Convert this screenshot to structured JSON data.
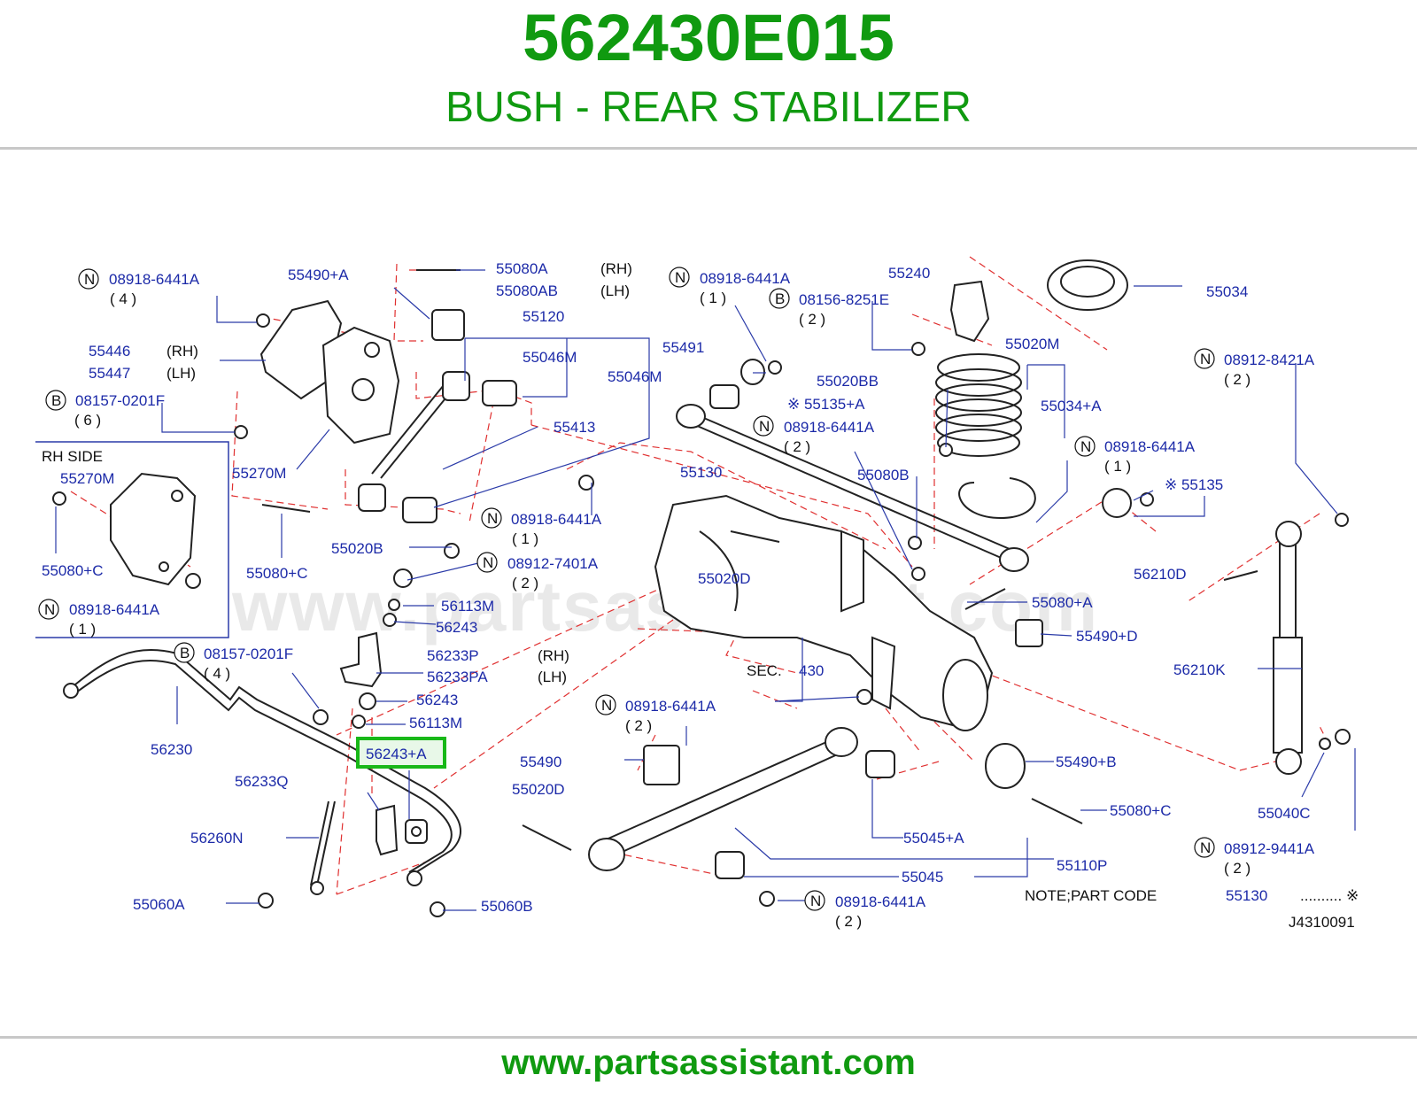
{
  "header": {
    "part_number": "562430E015",
    "part_name": "BUSH - REAR STABILIZER"
  },
  "footer": {
    "url": "www.partsassistant.com"
  },
  "watermark": "www.partsassistant.com",
  "colors": {
    "brand_green": "#109a10",
    "label_blue": "#1c2aa8",
    "dashed_red": "#e03030",
    "highlight_green": "#18b818"
  },
  "highlighted_part": "56243+A",
  "labels": {
    "n1": "N",
    "l08918_tl": "08918-6441A",
    "q4a": "( 4 )",
    "l55490a": "55490+A",
    "l55080a": "55080A",
    "rh1": "(RH)",
    "l55080ab": "55080AB",
    "lh1": "(LH)",
    "l55120": "55120",
    "l55446": "55446",
    "rh2": "(RH)",
    "l55447": "55447",
    "lh2": "(LH)",
    "b1": "B",
    "l08157_a": "08157-0201F",
    "q6": "( 6 )",
    "l55046m_a": "55046M",
    "l55046m_b": "55046M",
    "l55413": "55413",
    "rhside": "RH   SIDE",
    "l55270m_a": "55270M",
    "l55270m_b": "55270M",
    "l55080c_a": "55080+C",
    "n2": "N",
    "l08918_box": "08918-6441A",
    "q1a": "( 1 )",
    "l55020b": "55020B",
    "l55080c_b": "55080+C",
    "n3": "N",
    "l08918_mid": "08918-6441A",
    "q1b": "( 1 )",
    "n4": "N",
    "l08912_74": "08912-7401A",
    "q2a": "( 2 )",
    "l56113m_a": "56113M",
    "l56243_a": "56243",
    "b2": "B",
    "l08157_b": "08157-0201F",
    "q4b": "( 4 )",
    "l56233p": "56233P",
    "rh3": "(RH)",
    "l56233pa": "56233PA",
    "lh3": "(LH)",
    "l56243_b": "56243",
    "l56113m_b": "56113M",
    "l56230": "56230",
    "l56243a": "56243+A",
    "l56233q": "56233Q",
    "l56260n": "56260N",
    "l55060a": "55060A",
    "l55060b": "55060B",
    "n5": "N",
    "l08918_tc": "08918-6441A",
    "q1c": "( 1 )",
    "b3": "B",
    "l08156": "08156-8251E",
    "q2b": "( 2 )",
    "l55240": "55240",
    "l55034": "55034",
    "l55491": "55491",
    "l55020m": "55020M",
    "l55020bb": "55020BB",
    "l55135a": "※ 55135+A",
    "n6": "N",
    "l08918_cc": "08918-6441A",
    "q2c": "( 2 )",
    "l55034a": "55034+A",
    "n7": "N",
    "l08912_84": "08912-8421A",
    "q2d": "( 2 )",
    "l55130": "55130",
    "l55080b": "55080B",
    "n8": "N",
    "l08918_cr": "08918-6441A",
    "q1d": "( 1 )",
    "l55135": "※ 55135",
    "l55020d_a": "55020D",
    "l56210d": "56210D",
    "l55080a2": "55080+A",
    "l55490d": "55490+D",
    "sec": "SEC.",
    "sec430": "430",
    "l56210k": "56210K",
    "n9": "N",
    "l08918_lc": "08918-6441A",
    "q2e": "( 2 )",
    "l55490": "55490",
    "l55490b": "55490+B",
    "l55020d_b": "55020D",
    "l55080c_c": "55080+C",
    "l55040c": "55040C",
    "l55045a": "55045+A",
    "n10": "N",
    "l08912_94": "08912-9441A",
    "q2f": "( 2 )",
    "l55110p": "55110P",
    "l55045": "55045",
    "n11": "N",
    "l08918_bc": "08918-6441A",
    "q2g": "( 2 )",
    "note": "NOTE;PART   CODE",
    "note_code": "55130",
    "note_mark": "..........  ※",
    "diagram_code": "J4310091"
  }
}
